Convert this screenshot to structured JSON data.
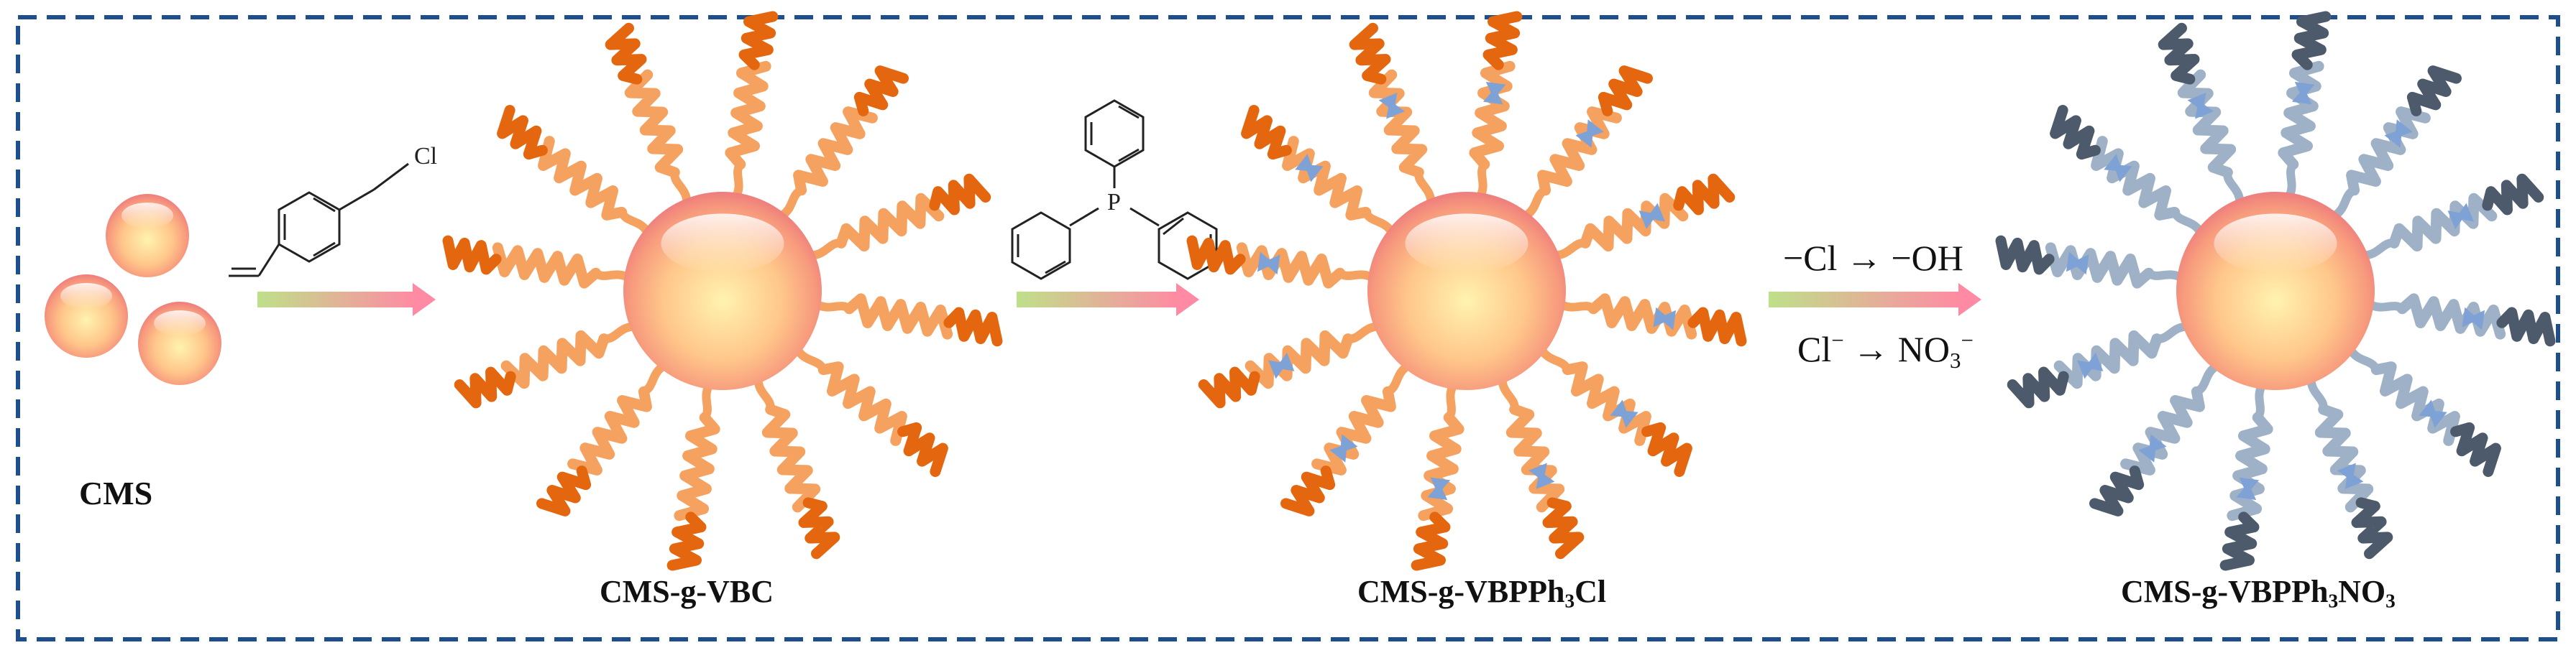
{
  "labels": {
    "cms": "CMS",
    "vbc": "CMS-g-VBC",
    "vbpph3cl": {
      "prefix": "CMS-g-VBPPh",
      "sub": "3",
      "suffix": "Cl"
    },
    "vbpph3no3": {
      "prefix": "CMS-g-VBPPh",
      "sub1": "3",
      "mid": "NO",
      "sub2": "3"
    }
  },
  "reagents": {
    "vbc_cl": "Cl",
    "tpp_p": "P",
    "step3_line1": "−Cl → −OH",
    "step3_line2": {
      "prefix": "Cl",
      "sup1": "−",
      "arrow": " → NO",
      "sub": "3",
      "sup2": "−"
    }
  },
  "colors": {
    "frame": "#1f4e8c",
    "sphere_core": "#fff3b0",
    "sphere_mid": "#ffb07a",
    "sphere_edge": "#f07f7a",
    "chain_dark": "#e4660f",
    "chain_light": "#f5a261",
    "chain_dark_final": "#4d5a6b",
    "chain_light_final": "#9fb1c6",
    "triangle": "#7fa2d6",
    "arrow_start": "#bfe08a",
    "arrow_end": "#ff8aa3"
  }
}
